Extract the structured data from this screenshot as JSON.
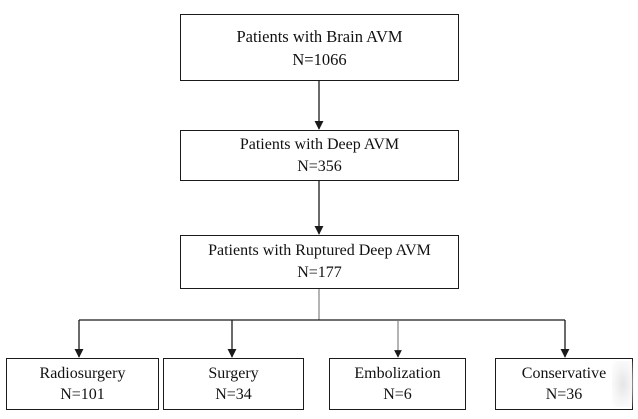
{
  "nodes": {
    "brain": {
      "title": "Patients with Brain AVM",
      "count": "N=1066"
    },
    "deep": {
      "title": "Patients with Deep AVM",
      "count": "N=356"
    },
    "ruptured": {
      "title": "Patients with Ruptured Deep AVM",
      "count": "N=177"
    },
    "radiosurgery": {
      "title": "Radiosurgery",
      "count": "N=101"
    },
    "surgery": {
      "title": "Surgery",
      "count": "N=34"
    },
    "embolization": {
      "title": "Embolization",
      "count": "N=6"
    },
    "conservative": {
      "title": "Conservative",
      "count": "N=36"
    }
  },
  "edges": [
    {
      "from": "brain",
      "to": "deep"
    },
    {
      "from": "deep",
      "to": "ruptured"
    },
    {
      "from": "ruptured",
      "to": "radiosurgery"
    },
    {
      "from": "ruptured",
      "to": "surgery"
    },
    {
      "from": "ruptured",
      "to": "embolization"
    },
    {
      "from": "ruptured",
      "to": "conservative"
    }
  ],
  "colors": {
    "line": "#1a1a1a",
    "branch_line": "#777777",
    "box_border": "#1a1a1a",
    "background": "#ffffff"
  }
}
